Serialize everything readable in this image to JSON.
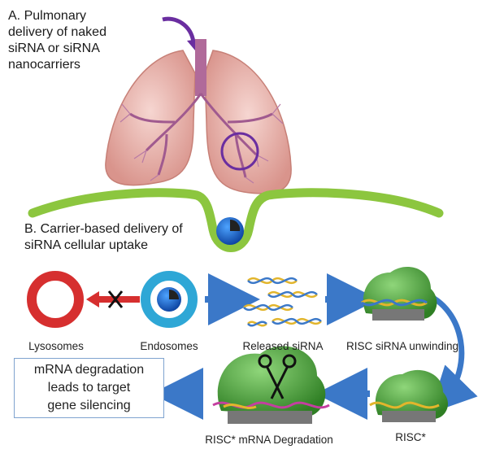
{
  "section_a": {
    "text": "A. Pulmonary\ndelivery of naked\nsiRNA or siRNA\nnanocarriers"
  },
  "section_b": {
    "text": "B. Carrier-based delivery of\nsiRNA cellular uptake"
  },
  "labels": {
    "lysosomes": "Lysosomes",
    "endosomes": "Endosomes",
    "released_sirna": "Released siRNA",
    "risc_unwinding": "RISC siRNA unwinding",
    "risc_star": "RISC*",
    "risc_degradation": "RISC* mRNA Degradation"
  },
  "result_box": {
    "text": "mRNA degradation\nleads to target\ngene silencing"
  },
  "colors": {
    "lung": "#e8b3ad",
    "bronchi": "#a05a8f",
    "circle_marker": "#6a2ea0",
    "membrane": "#8cc63f",
    "lysosome": "#d62f2f",
    "endosome": "#2ea7d6",
    "arrow": "#3b78c8",
    "risc": "#3c9a34"
  }
}
